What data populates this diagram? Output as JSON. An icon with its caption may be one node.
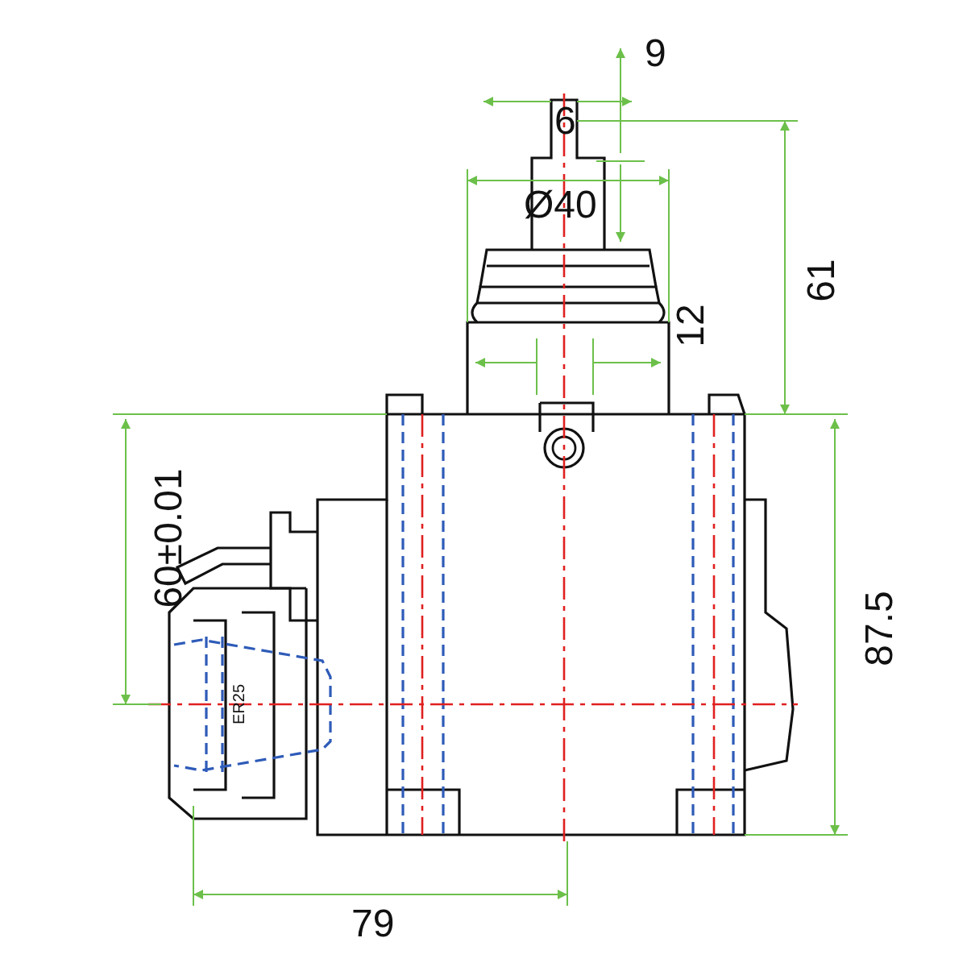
{
  "diagram": {
    "labels": [
      "9",
      "6",
      "Ø40",
      "61",
      "12",
      "60±0.01",
      "87.5",
      "79",
      "ER25"
    ]
  }
}
